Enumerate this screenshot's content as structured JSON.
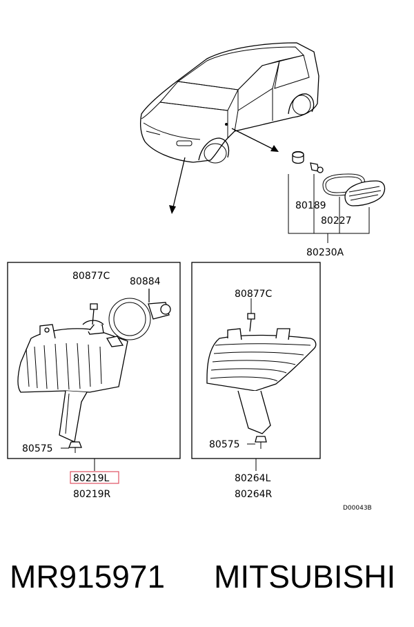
{
  "labels": {
    "part_80189": "80189",
    "part_80227": "80227",
    "part_80230A": "80230A",
    "left_bolt": "80877C",
    "left_bulb": "80884",
    "left_clip": "80575",
    "left_part_l": "80219L",
    "left_part_r": "80219R",
    "right_bolt": "80877C",
    "right_clip": "80575",
    "right_part_l": "80264L",
    "right_part_r": "80264R",
    "diagram_code": "D00043B"
  },
  "footer": {
    "part_number": "MR915971",
    "brand": "MITSUBISHI"
  },
  "colors": {
    "highlight": "#e05060"
  }
}
